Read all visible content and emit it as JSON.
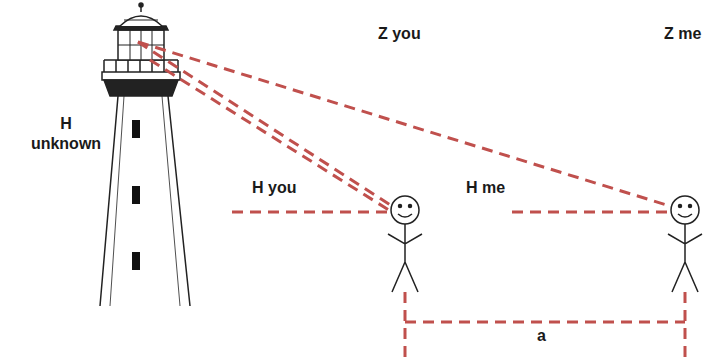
{
  "diagram": {
    "labels": [
      "H unknown",
      "Z you",
      "Z me",
      "H you",
      "H me",
      "a"
    ]
  }
}
